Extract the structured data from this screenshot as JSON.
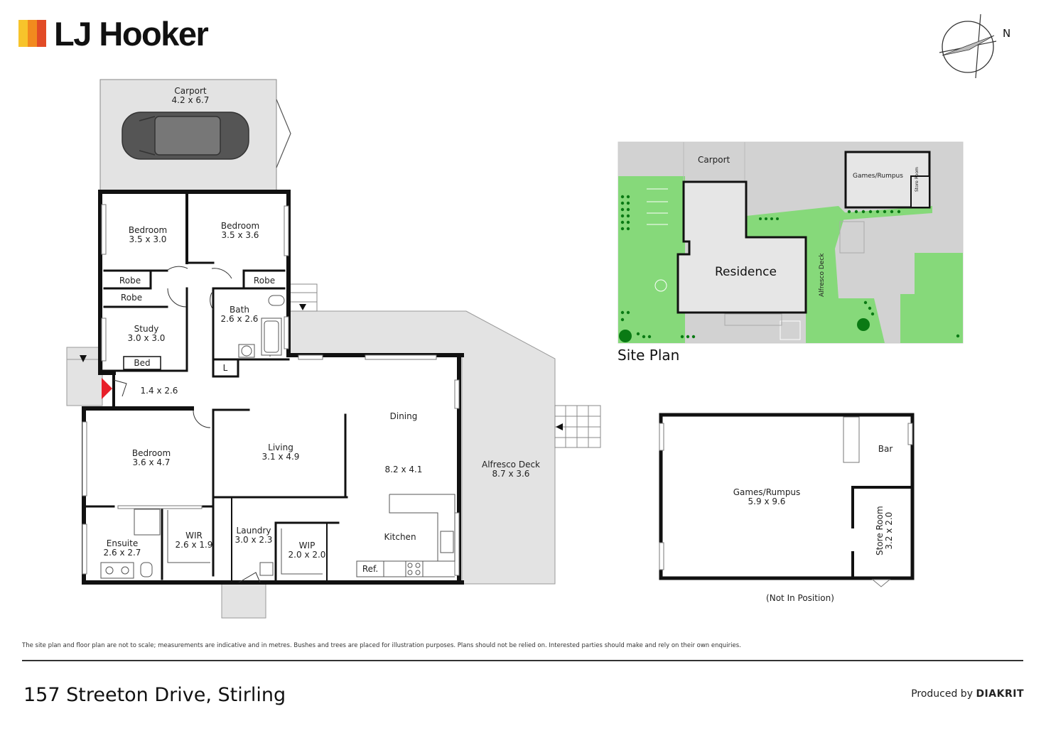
{
  "brand": {
    "name": "LJ Hooker",
    "bar_colors": [
      "#F7C42B",
      "#F28A1E",
      "#E24B26"
    ]
  },
  "compass": {
    "label": "N"
  },
  "rooms": [
    {
      "id": "carport",
      "name": "Carport",
      "dims": "4.2 x 6.7"
    },
    {
      "id": "bedroom1",
      "name": "Bedroom",
      "dims": "3.5 x 3.0"
    },
    {
      "id": "bedroom2",
      "name": "Bedroom",
      "dims": "3.5 x 3.6"
    },
    {
      "id": "robe1",
      "name": "Robe",
      "dims": ""
    },
    {
      "id": "robe2",
      "name": "Robe",
      "dims": ""
    },
    {
      "id": "robe3",
      "name": "Robe",
      "dims": ""
    },
    {
      "id": "bath",
      "name": "Bath",
      "dims": "2.6 x 2.6"
    },
    {
      "id": "study",
      "name": "Study",
      "dims": "3.0 x 3.0"
    },
    {
      "id": "bed",
      "name": "Bed",
      "dims": ""
    },
    {
      "id": "l",
      "name": "L",
      "dims": ""
    },
    {
      "id": "entry",
      "name": "",
      "dims": "1.4 x 2.6"
    },
    {
      "id": "bedroom3",
      "name": "Bedroom",
      "dims": "3.6 x 4.7"
    },
    {
      "id": "living",
      "name": "Living",
      "dims": "3.1 x 4.9"
    },
    {
      "id": "dining",
      "name": "Dining",
      "dims": ""
    },
    {
      "id": "dining_dim",
      "name": "",
      "dims": "8.2 x 4.1"
    },
    {
      "id": "kitchen",
      "name": "Kitchen",
      "dims": ""
    },
    {
      "id": "alfresco",
      "name": "Alfresco Deck",
      "dims": "8.7 x 3.6"
    },
    {
      "id": "ensuite",
      "name": "Ensuite",
      "dims": "2.6 x 2.7"
    },
    {
      "id": "wir",
      "name": "WIR",
      "dims": "2.6 x 1.9"
    },
    {
      "id": "laundry",
      "name": "Laundry",
      "dims": "3.0 x 2.3"
    },
    {
      "id": "wip",
      "name": "WIP",
      "dims": "2.0 x 2.0"
    },
    {
      "id": "ref",
      "name": "Ref.",
      "dims": ""
    }
  ],
  "site_plan": {
    "title": "Site Plan",
    "carport": "Carport",
    "residence": "Residence",
    "games": "Games/Rumpus",
    "store": "Store Room",
    "alfresco": "Alfresco Deck"
  },
  "outbuilding": {
    "games_name": "Games/Rumpus",
    "games_dims": "5.9 x 9.6",
    "bar": "Bar",
    "store_name": "Store Room",
    "store_dims": "3.2 x 2.0",
    "note": "(Not In Position)"
  },
  "footer": {
    "disclaimer": "The site plan and floor plan are not to scale; measurements are indicative and in metres. Bushes and trees are placed for illustration purposes. Plans should not be relied on. Interested parties should make and rely on their own enquiries.",
    "address": "157 Streeton Drive, Stirling",
    "produced_prefix": "Produced by",
    "produced_brand": "DIAKRIT"
  },
  "colors": {
    "wall": "#111111",
    "floor_grey": "#e3e3e3",
    "lawn": "#86d97a",
    "site_grey": "#d2d2d2",
    "entry_marker": "#e8202a"
  }
}
